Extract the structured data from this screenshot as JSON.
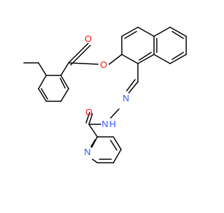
{
  "molecule": {
    "atom_labels": {
      "ester_oxygen_carbonyl": "O",
      "ester_oxygen_link": "O",
      "amide_oxygen": "O",
      "hydrazone_nitrogen_1": "N",
      "hydrazone_nitrogen_2": "N",
      "hydrazide_nh_hydrogen": "H",
      "pyridine_nitrogen": "N"
    },
    "colors": {
      "bond": "#000000",
      "oxygen": "#ff0d0d",
      "nitrogen": "#3050f8"
    }
  }
}
